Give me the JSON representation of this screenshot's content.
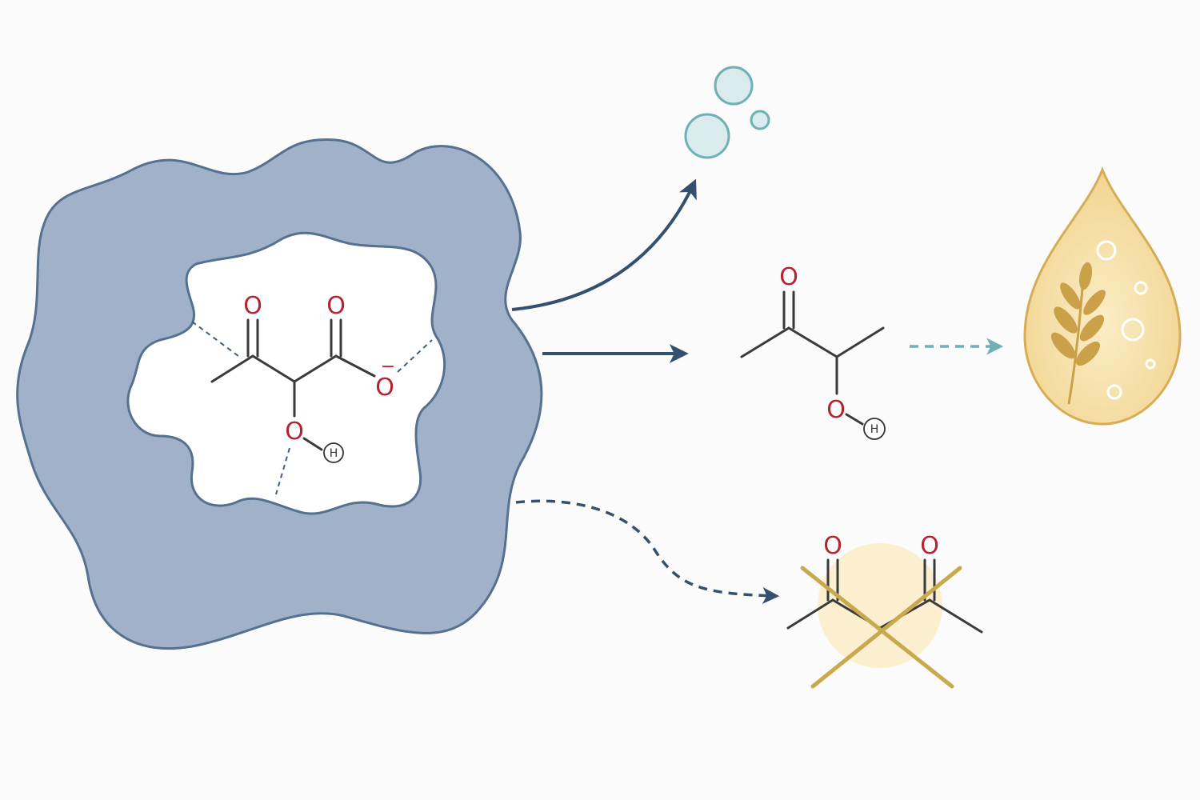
{
  "colors": {
    "background": "#fbfbfc",
    "enzyme_fill": "#a1b1c9",
    "enzyme_outline": "#56708f",
    "bond": "#3a3a3a",
    "oxygen": "#b32430",
    "arrow": "#34506f",
    "teal": "#6fb0b3",
    "bubble_fill": "#d9ebec",
    "drop_fill": "#f5dc9f",
    "drop_outline": "#d6ad56",
    "wheat": "#caa148",
    "cross": "#c9a94e",
    "cross_circle": "#fbefcf"
  },
  "substrate": {
    "atoms": {
      "ketone_o": "O",
      "carboxyl_o": "O",
      "carboxylate_o": "O",
      "charge": "−",
      "hydroxyl_o": "O",
      "hydroxyl_h": "H"
    }
  },
  "product": {
    "atoms": {
      "ketone_o": "O",
      "hydroxyl_o": "O",
      "hydroxyl_h": "H"
    }
  },
  "side_product": {
    "atoms": {
      "left_o": "O",
      "right_o": "O"
    }
  },
  "icons": {
    "gas_bubbles": "co2-bubbles-icon",
    "drop": "flavor-drop-icon",
    "wheat": "wheat-icon",
    "cross": "blocked-x-icon"
  }
}
